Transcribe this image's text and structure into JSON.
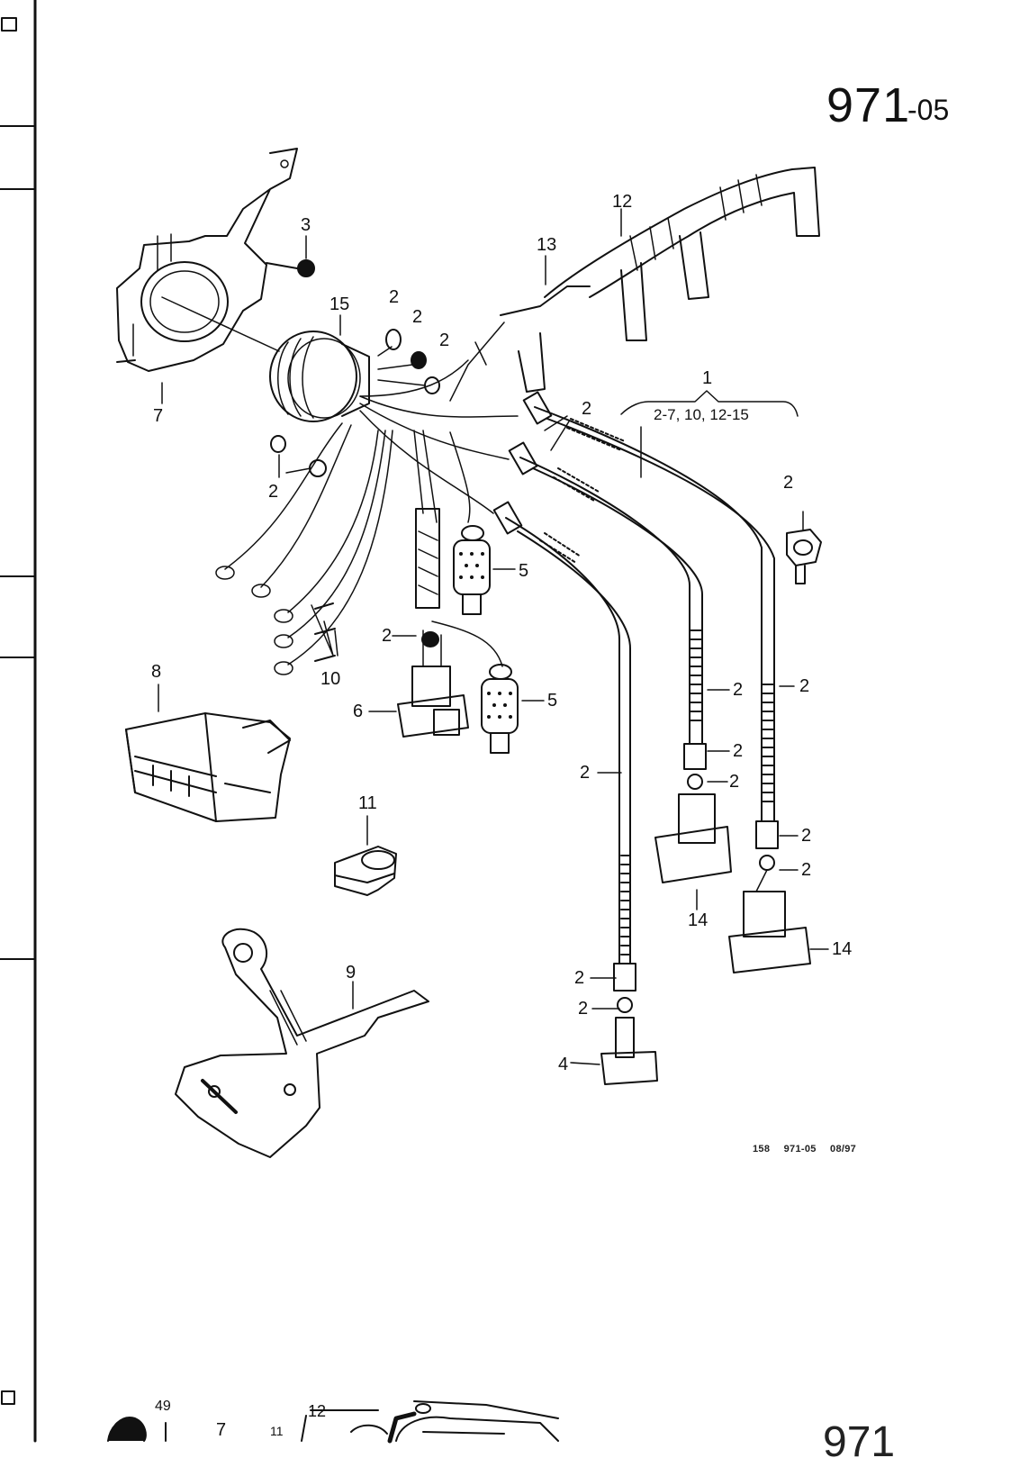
{
  "header": {
    "group": "971",
    "suffix": "-05"
  },
  "footer": {
    "page": "158",
    "ref": "971-05",
    "date": "08/97"
  },
  "next_page": {
    "group": "971"
  },
  "labels": {
    "l1": "1",
    "l1_range": "2-7, 10, 12-15",
    "l2": "2",
    "l3": "3",
    "l4": "4",
    "l5": "5",
    "l6": "6",
    "l7": "7",
    "l8": "8",
    "l9": "9",
    "l10": "10",
    "l11": "11",
    "l12": "12",
    "l13": "13",
    "l14": "14",
    "l15": "15",
    "l49": "49"
  }
}
